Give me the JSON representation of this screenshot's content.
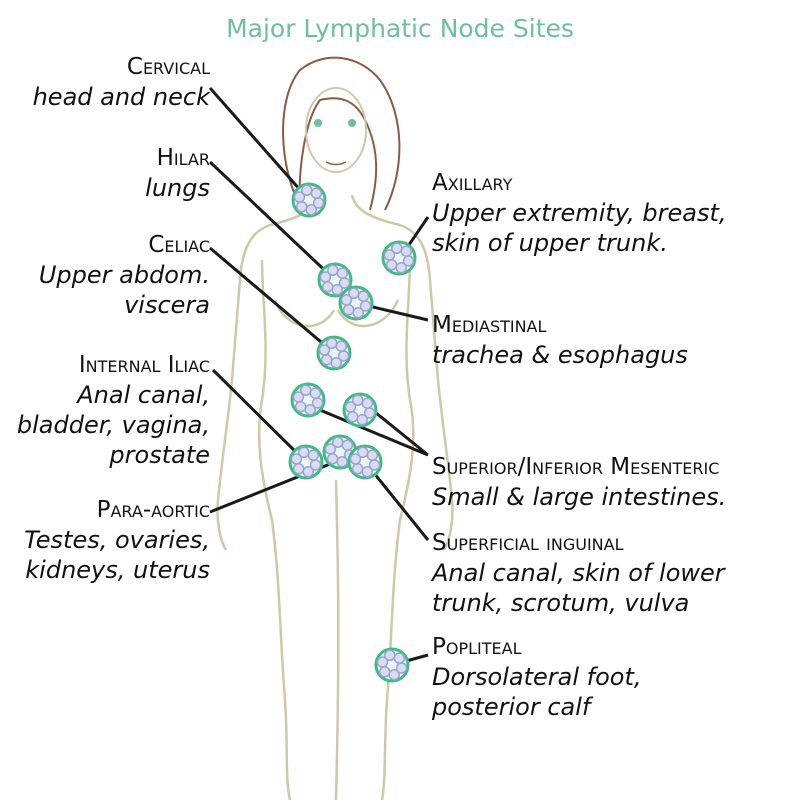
{
  "title": "Major Lymphatic Node Sites",
  "colors": {
    "title": "#6dbf9f",
    "node_border": "#3dbb85",
    "node_lobe": "#d8dcf2",
    "body_outline": "#cfc8a8",
    "hair": "#8a5a44",
    "leader": "#1a1a1a"
  },
  "sites": {
    "cervical": {
      "name": "Cervical",
      "desc": "head and neck"
    },
    "hilar": {
      "name": "Hilar",
      "desc": "lungs"
    },
    "celiac": {
      "name": "Celiac",
      "desc": "Upper abdom.\nviscera"
    },
    "internal_iliac": {
      "name": "Internal Iliac",
      "desc": "Anal canal,\nbladder, vagina,\nprostate"
    },
    "para_aortic": {
      "name": "Para-aortic",
      "desc": "Testes, ovaries,\nkidneys, uterus"
    },
    "axillary": {
      "name": "Axillary",
      "desc": "Upper extremity, breast,\nskin of upper trunk."
    },
    "mediastinal": {
      "name": "Mediastinal",
      "desc": "trachea & esophagus"
    },
    "mesenteric": {
      "name": "Superior/Inferior Mesenteric",
      "desc": "Small & large intestines."
    },
    "superficial_inguinal": {
      "name": "Superficial inguinal",
      "desc": "Anal canal, skin of lower\ntrunk, scrotum, vulva"
    },
    "popliteal": {
      "name": "Popliteal",
      "desc": "Dorsolateral foot,\nposterior calf"
    }
  }
}
